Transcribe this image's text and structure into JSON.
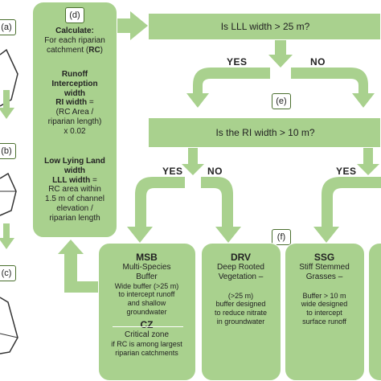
{
  "left": {
    "a": "(a)",
    "b": "(b)",
    "c": "(c)"
  },
  "d_box": {
    "tag": "(d)",
    "calc_title": "Calculate:",
    "calc_line1": "For each riparian",
    "calc_line2": "catchment (",
    "calc_rc": "RC",
    "calc_line2_end": ")",
    "ri_title": "Runoff Interception width",
    "ri_label": "RI width",
    "ri_eq": " =",
    "ri_formula1": "(RC Area /",
    "ri_formula2": "riparian length)",
    "ri_formula3": "x 0.02",
    "lll_title": "Low Lying Land width",
    "lll_label": "LLL width",
    "lll_eq": " =",
    "lll_formula1": "RC area within",
    "lll_formula2": "1.5 m of channel",
    "lll_formula3": "elevation /",
    "lll_formula4": "riparian length"
  },
  "q1": {
    "text": "Is LLL width > 25 m?"
  },
  "yes1": "YES",
  "no1": "NO",
  "e_tag": "(e)",
  "q2": {
    "text": "Is the RI width > 10 m?"
  },
  "yes2": "YES",
  "no2": "NO",
  "yes3": "YES",
  "f_tag": "(f)",
  "msb": {
    "code": "MSB",
    "name1": "Multi-Species",
    "name2": "Buffer",
    "desc1": "Wide buffer (>25 m)",
    "desc2": "to intercept runoff",
    "desc3": "and shallow",
    "desc4": "groundwater",
    "cz_code": "CZ",
    "cz_name": "Critical zone",
    "cz_desc1": "if RC is among largest",
    "cz_desc2": "riparian catchments"
  },
  "drv": {
    "code": "DRV",
    "name1": "Deep Rooted",
    "name2": "Vegetation –",
    "desc1": "(>25 m)",
    "desc2": "buffer designed",
    "desc3": "to reduce nitrate",
    "desc4": "in groundwater"
  },
  "ssg": {
    "code": "SSG",
    "name1": "Stiff Stemmed",
    "name2": "Grasses –",
    "desc1": "Buffer > 10 m",
    "desc2": "wide designed",
    "desc3": "to intercept",
    "desc4": "surface runoff"
  },
  "colors": {
    "box": "#a9d18e",
    "arrow": "#a9d18e",
    "dash": "#5b9bd5",
    "tag_border": "#4a6f2e"
  }
}
